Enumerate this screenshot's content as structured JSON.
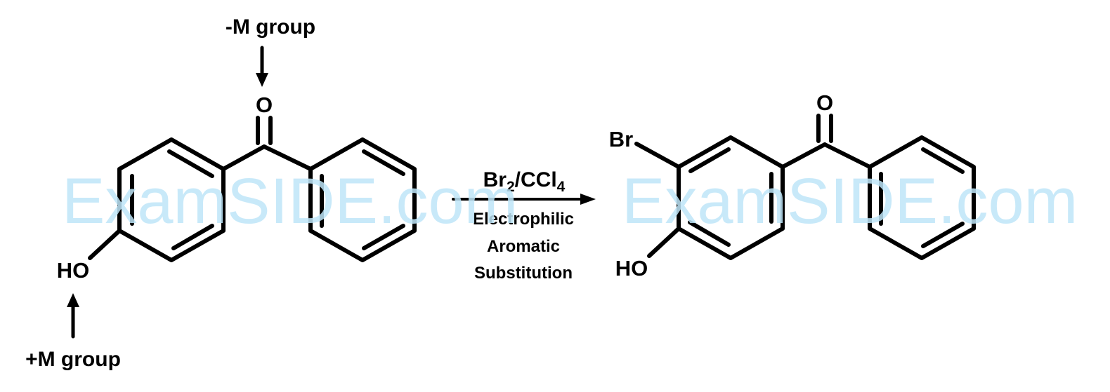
{
  "watermark": {
    "text_left": "ExamSIDE.com",
    "text_right": "ExamSIDE.com",
    "color": "#bfe6f8"
  },
  "reactant": {
    "minus_m_label": "-M group",
    "plus_m_label": "+M group",
    "oxygen_label": "O",
    "hydroxyl_label": "HO"
  },
  "reaction": {
    "reagent_main": "Br",
    "reagent_sub1": "2",
    "reagent_slash": "/CCl",
    "reagent_sub2": "4",
    "condition_line1": "Electrophilic",
    "condition_line2": "Aromatic",
    "condition_line3": "Substitution"
  },
  "product": {
    "oxygen_label": "O",
    "bromo_label": "Br",
    "hydroxyl_label": "HO"
  }
}
